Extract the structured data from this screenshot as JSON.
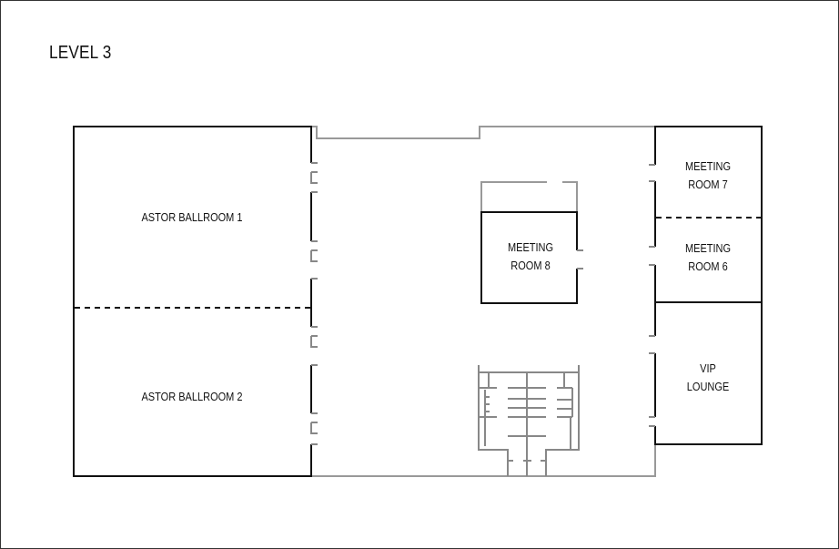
{
  "map": {
    "title": "LEVEL 3",
    "rooms": [
      {
        "id": "astor-ballroom-1",
        "line1": "ASTOR BALLROOM 1",
        "line2": ""
      },
      {
        "id": "astor-ballroom-2",
        "line1": "ASTOR BALLROOM 2",
        "line2": ""
      },
      {
        "id": "meeting-room-8",
        "line1": "MEETING",
        "line2": "ROOM 8"
      },
      {
        "id": "meeting-room-7",
        "line1": "MEETING",
        "line2": "ROOM 7"
      },
      {
        "id": "meeting-room-6",
        "line1": "MEETING",
        "line2": "ROOM 6"
      },
      {
        "id": "vip-lounge",
        "line1": "VIP",
        "line2": "LOUNGE"
      }
    ],
    "colors": {
      "wall": "#111111",
      "corridor": "#999999",
      "divider": "#111111"
    }
  }
}
